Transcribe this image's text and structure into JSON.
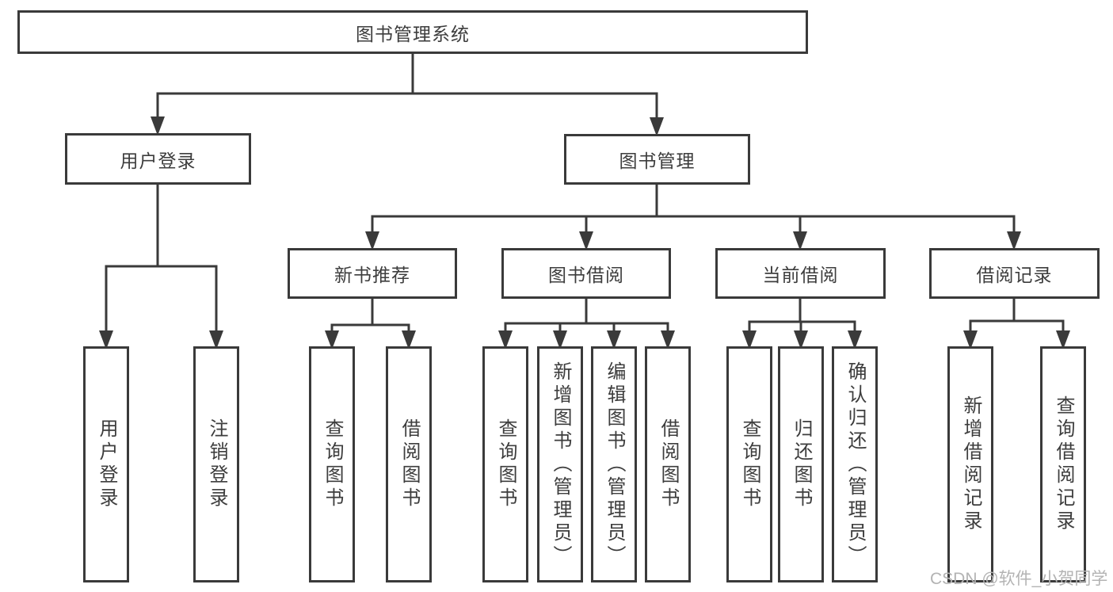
{
  "colors": {
    "line": "#3a3a3a",
    "text": "#3d3d3d",
    "box_fill": "#ffffff",
    "background": "#ffffff",
    "watermark": "#b3b3b3"
  },
  "tree": {
    "root": {
      "label": "图书管理系统"
    },
    "branches": [
      {
        "label": "用户登录",
        "children": [
          "用户登录",
          "注销登录"
        ]
      },
      {
        "label": "图书管理",
        "groups": [
          {
            "label": "新书推荐",
            "children": [
              "查询图书",
              "借阅图书"
            ]
          },
          {
            "label": "图书借阅",
            "children": [
              "查询图书",
              "新增图书（管理员）",
              "编辑图书（管理员）",
              "借阅图书"
            ]
          },
          {
            "label": "当前借阅",
            "children": [
              "查询图书",
              "归还图书",
              "确认归还（管理员）"
            ]
          },
          {
            "label": "借阅记录",
            "children": [
              "新增借阅记录",
              "查询借阅记录"
            ]
          }
        ]
      }
    ]
  },
  "watermark": {
    "text": "CSDN @软件_小贺同学"
  }
}
